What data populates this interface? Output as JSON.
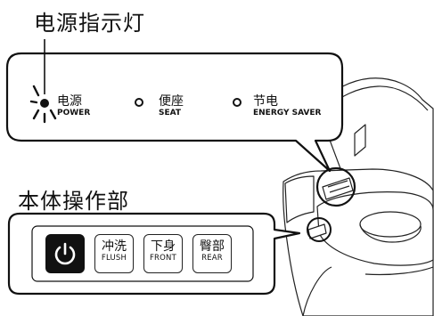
{
  "callout_top": {
    "title": "电源指示灯"
  },
  "indicators": [
    {
      "cn": "电源",
      "en": "POWER",
      "icon": "indicator-lit-icon"
    },
    {
      "cn": "便座",
      "en": "SEAT",
      "icon": "indicator-off-icon"
    },
    {
      "cn": "节电",
      "en": "ENERGY SAVER",
      "icon": "indicator-off-icon"
    }
  ],
  "callout_bottom": {
    "title": "本体操作部"
  },
  "buttons": [
    {
      "icon": "power-icon"
    },
    {
      "cn": "冲洗",
      "en": "FLUSH"
    },
    {
      "cn": "下身",
      "en": "FRONT"
    },
    {
      "cn": "臀部",
      "en": "REAR"
    }
  ],
  "colors": {
    "line": "#111111",
    "power_button_bg": "#111111",
    "background": "#ffffff"
  }
}
